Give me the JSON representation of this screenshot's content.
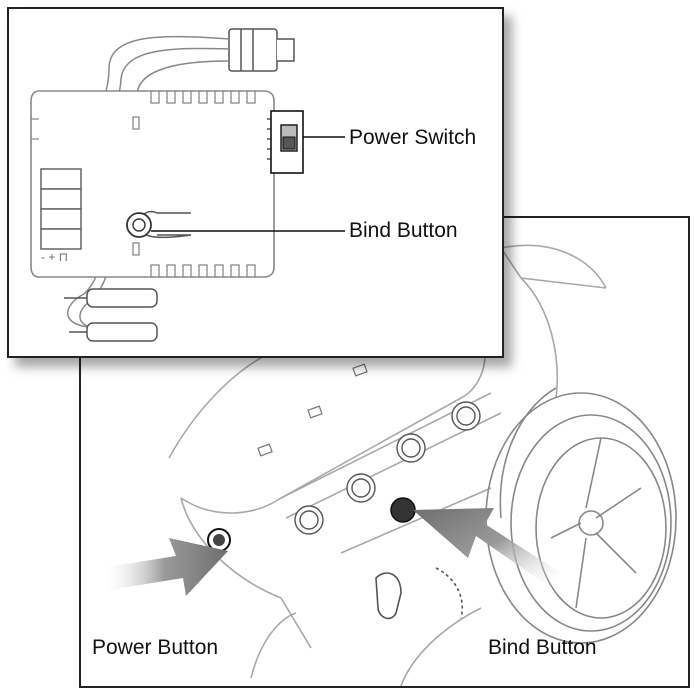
{
  "receiver": {
    "power_switch_label": "Power Switch",
    "bind_button_label": "Bind Button",
    "terminal_marks": "- + ⊓"
  },
  "transmitter": {
    "power_button_label": "Power Button",
    "bind_button_label": "Bind Button"
  },
  "colors": {
    "line": "#999999",
    "dark_line": "#222222",
    "arrow_fill": "#7a7a7a"
  },
  "icons": {
    "power_switch": "slide-switch-icon",
    "bind_button": "round-bind-button-icon",
    "arrows": "pointer-arrow-icon"
  }
}
